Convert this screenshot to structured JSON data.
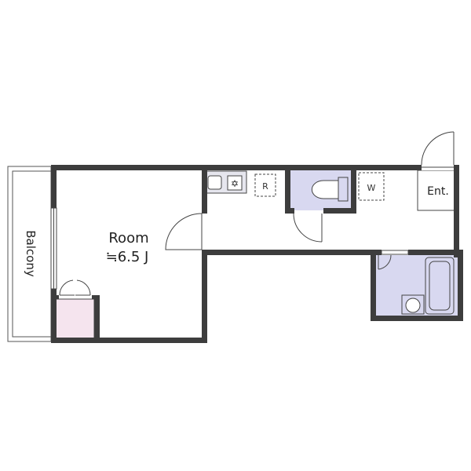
{
  "plan": {
    "room_name": "Room",
    "room_size": "≒6.5 J",
    "balcony": "Balcony",
    "entrance": "Ent.",
    "fridge": "R",
    "washer": "W"
  },
  "colors": {
    "wall": "#3d3d3d",
    "fixture_fill": "#d8d8f0",
    "closet_fill": "#f5e4ee",
    "kitchen_fill": "#e6e6ee",
    "line": "#444444"
  }
}
